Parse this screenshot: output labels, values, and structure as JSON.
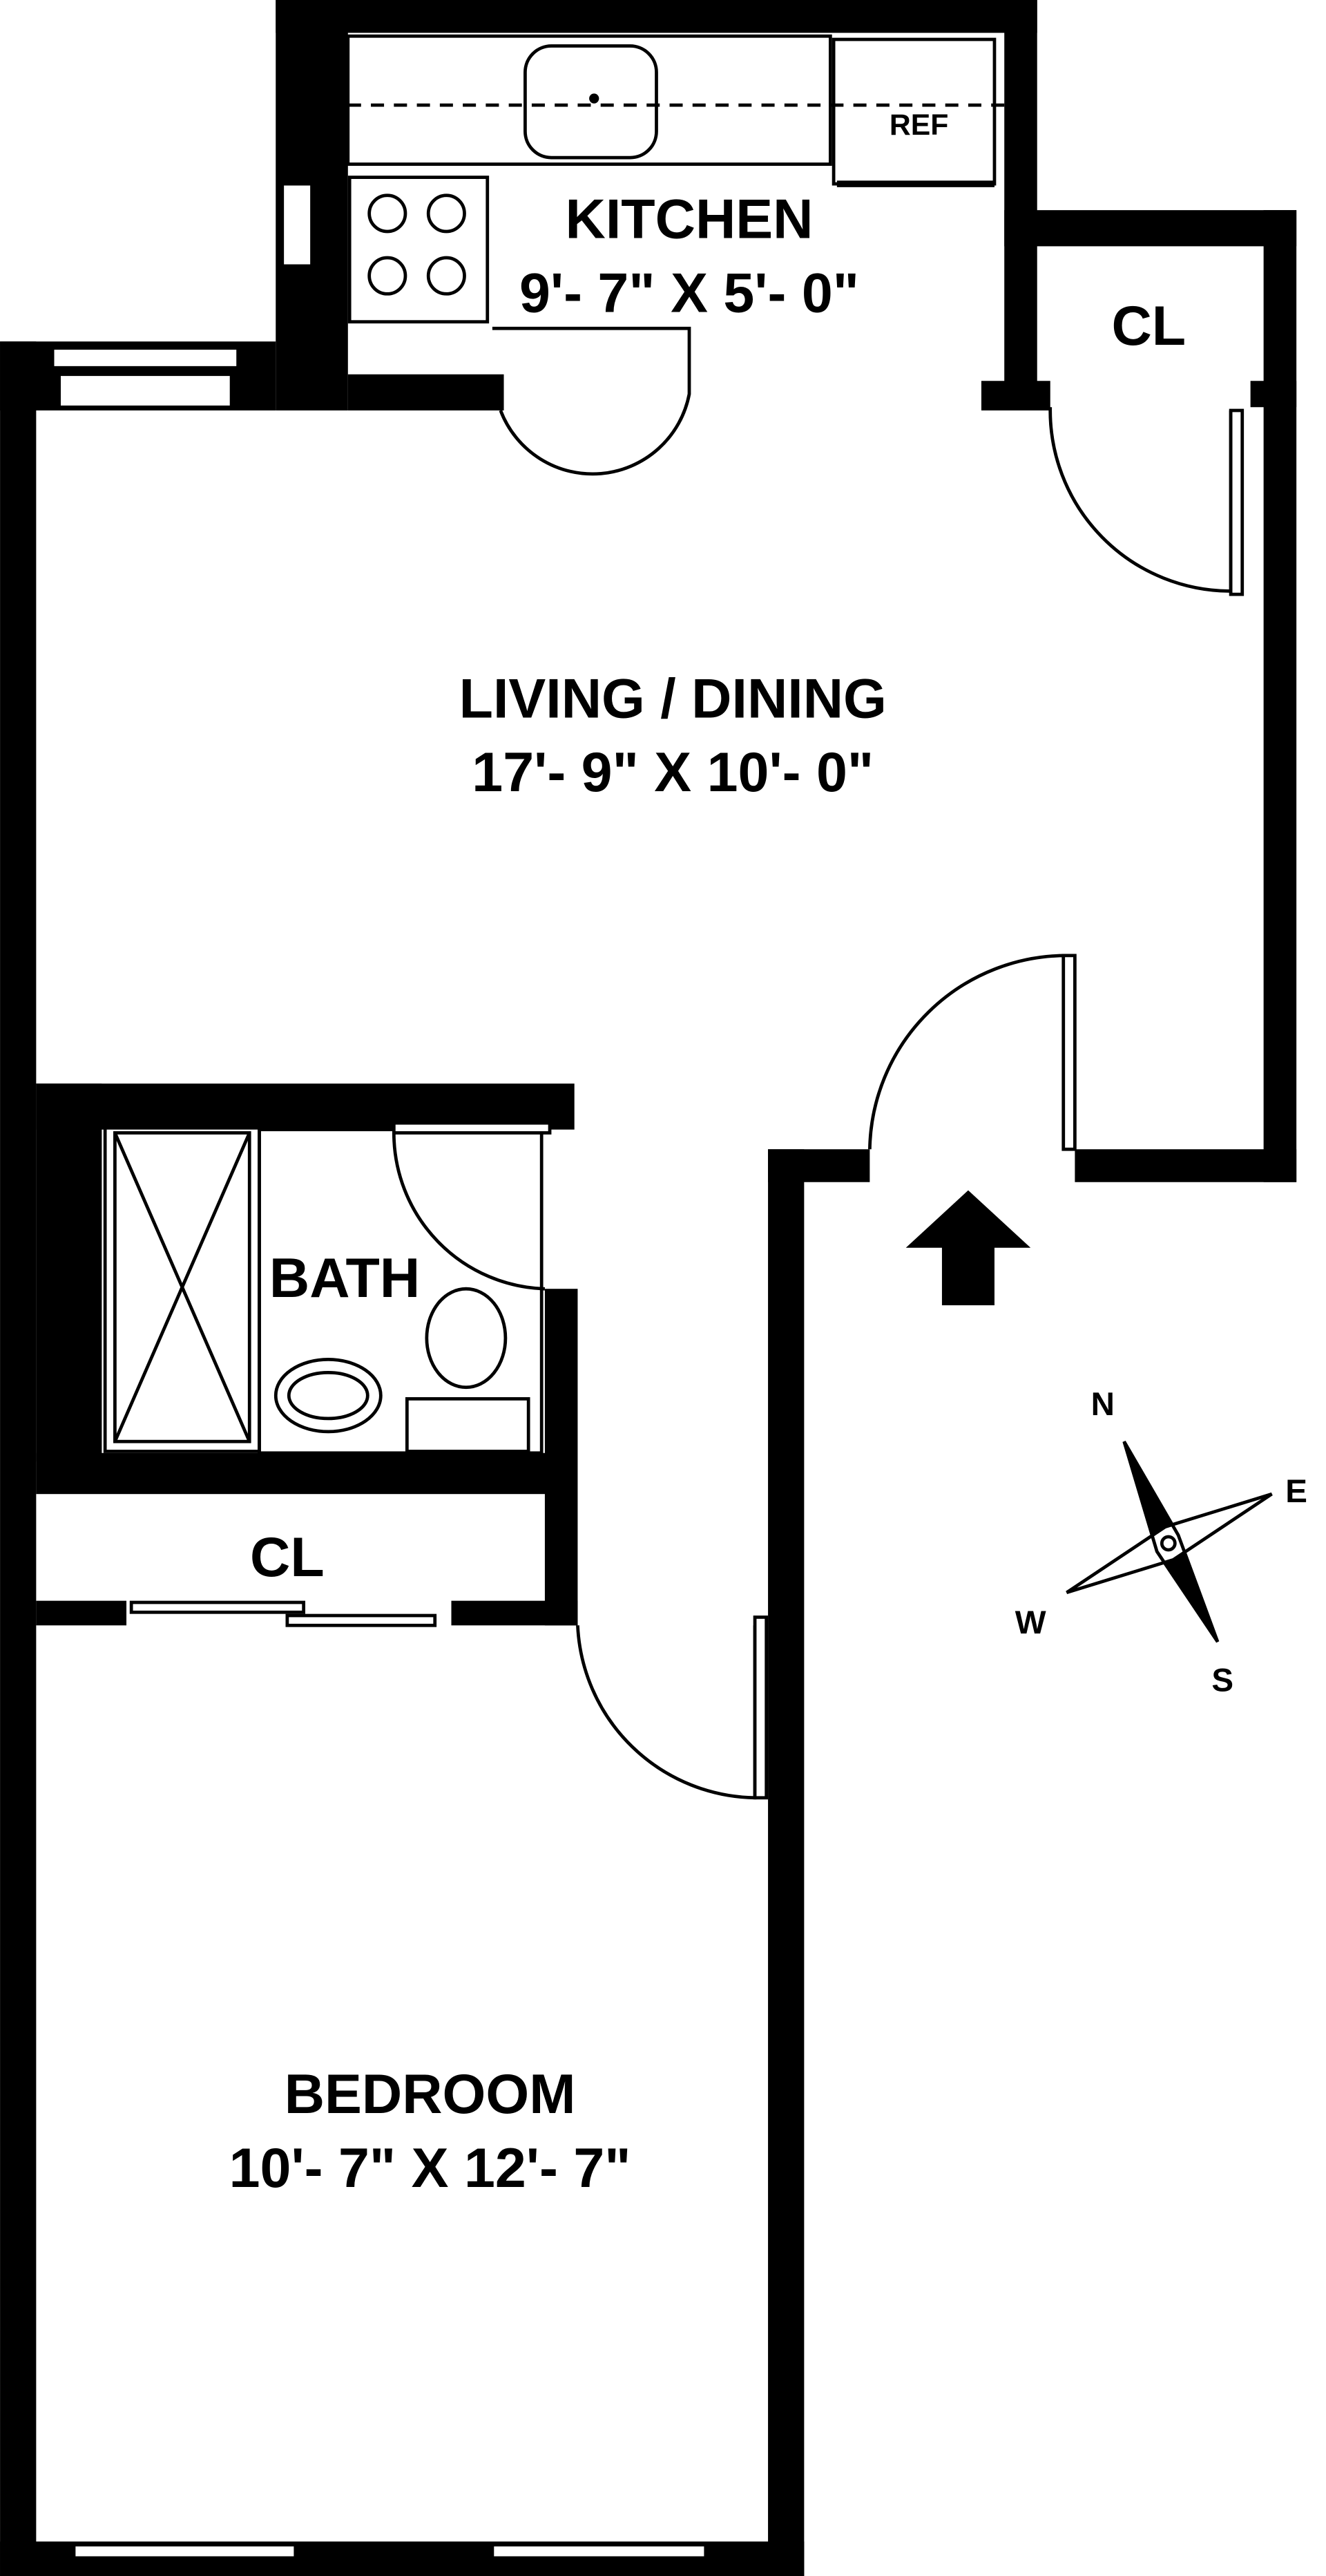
{
  "rooms": {
    "kitchen": {
      "name": "KITCHEN",
      "dims": "9'- 7\" X 5'- 0\""
    },
    "living": {
      "name": "LIVING / DINING",
      "dims": "17'- 9\" X 10'- 0\""
    },
    "bath": {
      "name": "BATH"
    },
    "bedroom": {
      "name": "BEDROOM",
      "dims": "10'- 7\" X 12'- 7\""
    },
    "closet_entry": {
      "name": "CL"
    },
    "closet_bedroom": {
      "name": "CL"
    }
  },
  "appliances": {
    "refrigerator": "REF"
  },
  "compass": {
    "n": "N",
    "e": "E",
    "s": "S",
    "w": "W"
  }
}
